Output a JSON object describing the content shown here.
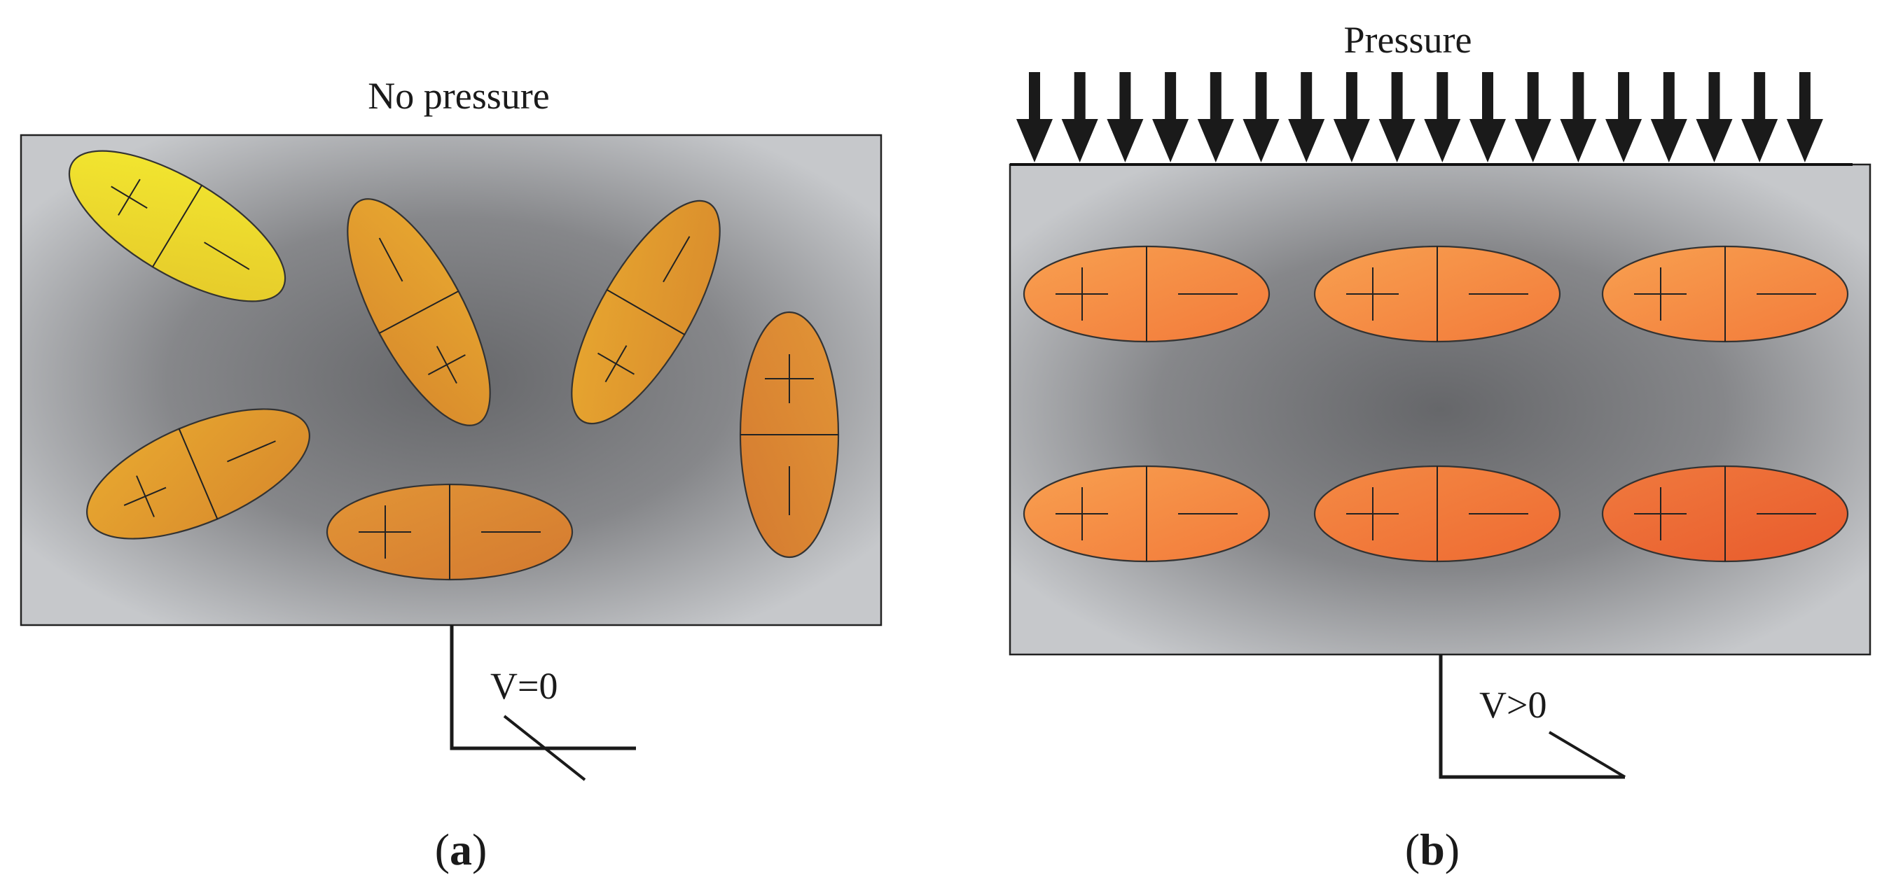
{
  "panel_a": {
    "title": "No pressure",
    "voltage": "V=0",
    "caption_open": "(",
    "caption_letter": "a",
    "caption_close": ")"
  },
  "panel_b": {
    "title": "Pressure",
    "voltage": "V>0",
    "caption_open": "(",
    "caption_letter": "b",
    "caption_close": ")"
  },
  "symbols": {
    "plus": "+",
    "minus": "−"
  },
  "colors": {
    "matrix_edge": "#c4c6c9",
    "matrix_center": "#6a6b6e",
    "dipole_yellow": "#f0e030",
    "dipole_amber": "#e09a2e",
    "dipole_orange": "#f27a3a",
    "arrow": "#1a1a1a"
  },
  "icons": [
    "pressure-arrow-icon",
    "dipole-icon",
    "meter-icon"
  ]
}
